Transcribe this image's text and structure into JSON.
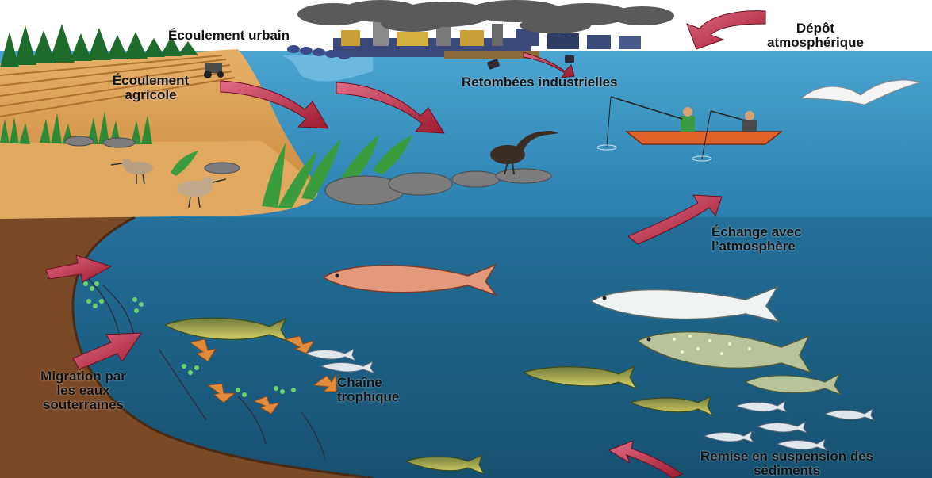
{
  "labels": {
    "urban_runoff": "Écoulement urbain",
    "atmospheric_deposition": "Dépôt atmosphérique",
    "agricultural_runoff": "Écoulement agricole",
    "industrial_fallout": "Retombées industrielles",
    "atmosphere_exchange": "Échange avec l’atmosphère",
    "groundwater_migration": "Migration par les eaux souterraines",
    "food_chain": "Chaîne trophique",
    "sediment_resuspension": "Remise en suspension des sédiments"
  },
  "colors": {
    "sky": "#ffffff",
    "upper_water": "#2f87b8",
    "deep_water": "#1f5f86",
    "sediment": "#7a4a26",
    "shore_sand": "#d79a4e",
    "forest": "#1e6b2c",
    "arrow": "#b8283c",
    "smoke": "#5a5a5a",
    "boat": "#e2632a"
  }
}
